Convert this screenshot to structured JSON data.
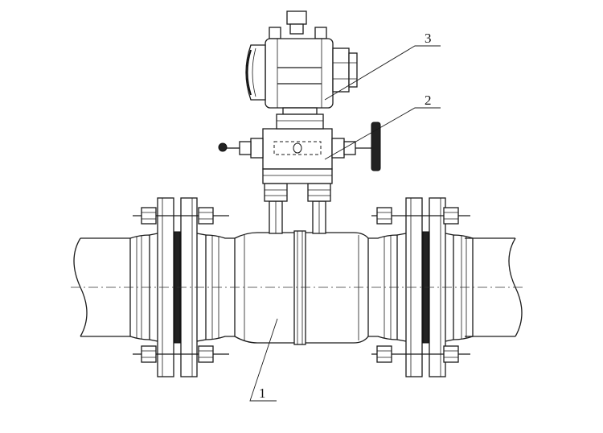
{
  "diagram": {
    "callouts": [
      {
        "id": "1",
        "text": "1"
      },
      {
        "id": "2",
        "text": "2"
      },
      {
        "id": "3",
        "text": "3"
      }
    ],
    "colors": {
      "line": "#1a1a1a",
      "background": "#ffffff"
    }
  }
}
